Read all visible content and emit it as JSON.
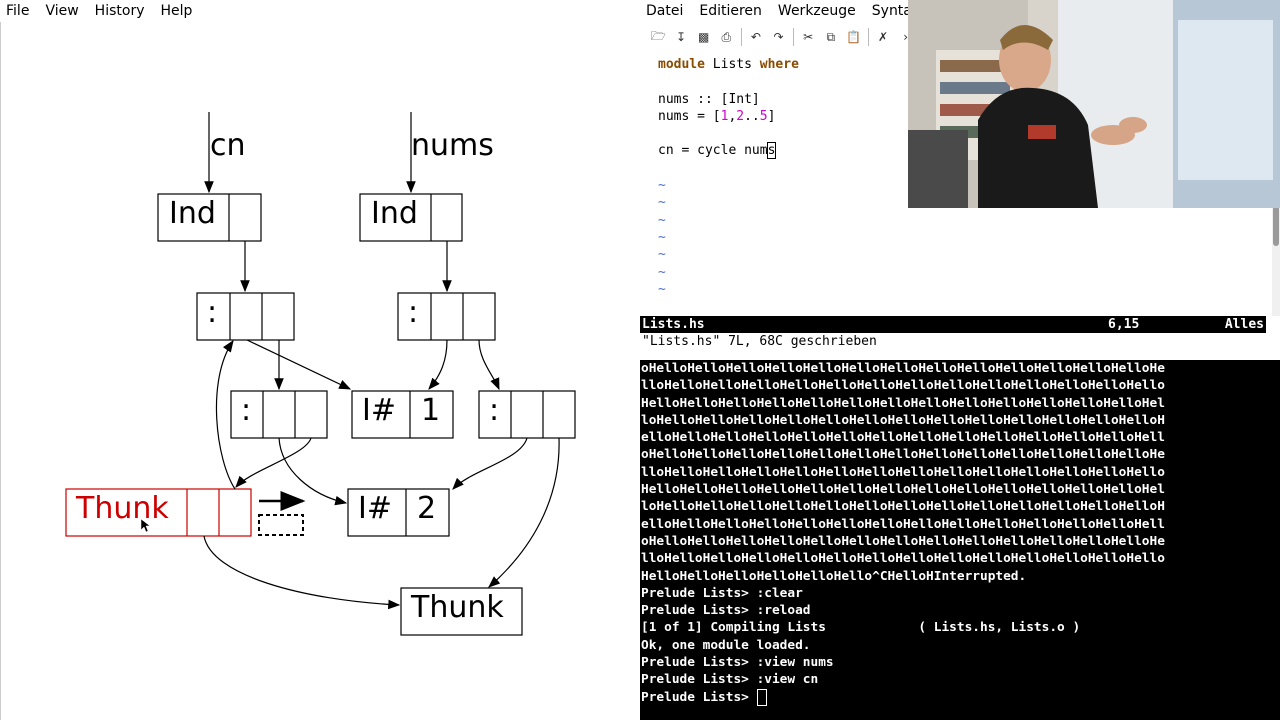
{
  "left_menu": [
    "File",
    "View",
    "History",
    "Help"
  ],
  "right_menu": [
    "Datei",
    "Editieren",
    "Werkzeuge",
    "Syntax"
  ],
  "diagram": {
    "var_labels": [
      "cn",
      "nums"
    ],
    "ind_label": "Ind",
    "cons_label": ":",
    "int_tag": "I#",
    "int_values": [
      "1",
      "2"
    ],
    "thunk_label": "Thunk"
  },
  "editor": {
    "toolbar_icons": [
      "open-icon",
      "save-download-icon",
      "save-icon",
      "print-icon",
      "undo-icon",
      "redo-icon",
      "cut-icon",
      "copy-icon",
      "paste-icon",
      "find-replace-icon",
      "more-icon"
    ],
    "line1_kw1": "module",
    "line1_name": " Lists ",
    "line1_kw2": "where",
    "line3": "nums :: [Int]",
    "line4_prefix": "nums = [",
    "line4_n1": "1",
    "line4_comma": ",",
    "line4_n2": "2",
    "line4_dots": "..",
    "line4_n3": "5",
    "line4_suffix": "]",
    "line6_prefix": "cn = cycle num",
    "line6_cursor": "s",
    "tilde": "~",
    "status_file": "Lists.hs",
    "status_pos": "6,15",
    "status_extent": "Alles",
    "message": "\"Lists.hs\" 7L, 68C geschrieben"
  },
  "terminal": {
    "lines": [
      "oHelloHelloHelloHelloHelloHelloHelloHelloHelloHelloHelloHelloHelloHe",
      "lloHelloHelloHelloHelloHelloHelloHelloHelloHelloHelloHelloHelloHello",
      "HelloHelloHelloHelloHelloHelloHelloHelloHelloHelloHelloHelloHelloHel",
      "loHelloHelloHelloHelloHelloHelloHelloHelloHelloHelloHelloHelloHelloH",
      "elloHelloHelloHelloHelloHelloHelloHelloHelloHelloHelloHelloHelloHell",
      "oHelloHelloHelloHelloHelloHelloHelloHelloHelloHelloHelloHelloHelloHe",
      "lloHelloHelloHelloHelloHelloHelloHelloHelloHelloHelloHelloHelloHello",
      "HelloHelloHelloHelloHelloHelloHelloHelloHelloHelloHelloHelloHelloHel",
      "loHelloHelloHelloHelloHelloHelloHelloHelloHelloHelloHelloHelloHelloH",
      "elloHelloHelloHelloHelloHelloHelloHelloHelloHelloHelloHelloHelloHell",
      "oHelloHelloHelloHelloHelloHelloHelloHelloHelloHelloHelloHelloHelloHe",
      "lloHelloHelloHelloHelloHelloHelloHelloHelloHelloHelloHelloHelloHello",
      "HelloHelloHelloHelloHelloHello^CHelloHInterrupted.",
      "Prelude Lists> :clear",
      "Prelude Lists> :reload",
      "[1 of 1] Compiling Lists            ( Lists.hs, Lists.o )",
      "Ok, one module loaded.",
      "Prelude Lists> :view nums",
      "Prelude Lists> :view cn"
    ],
    "prompt": "Prelude Lists> "
  },
  "colors": {
    "thunk_red": "#cc0000",
    "tilde_blue": "#4f6ed8",
    "number_magenta": "#d200d2"
  }
}
